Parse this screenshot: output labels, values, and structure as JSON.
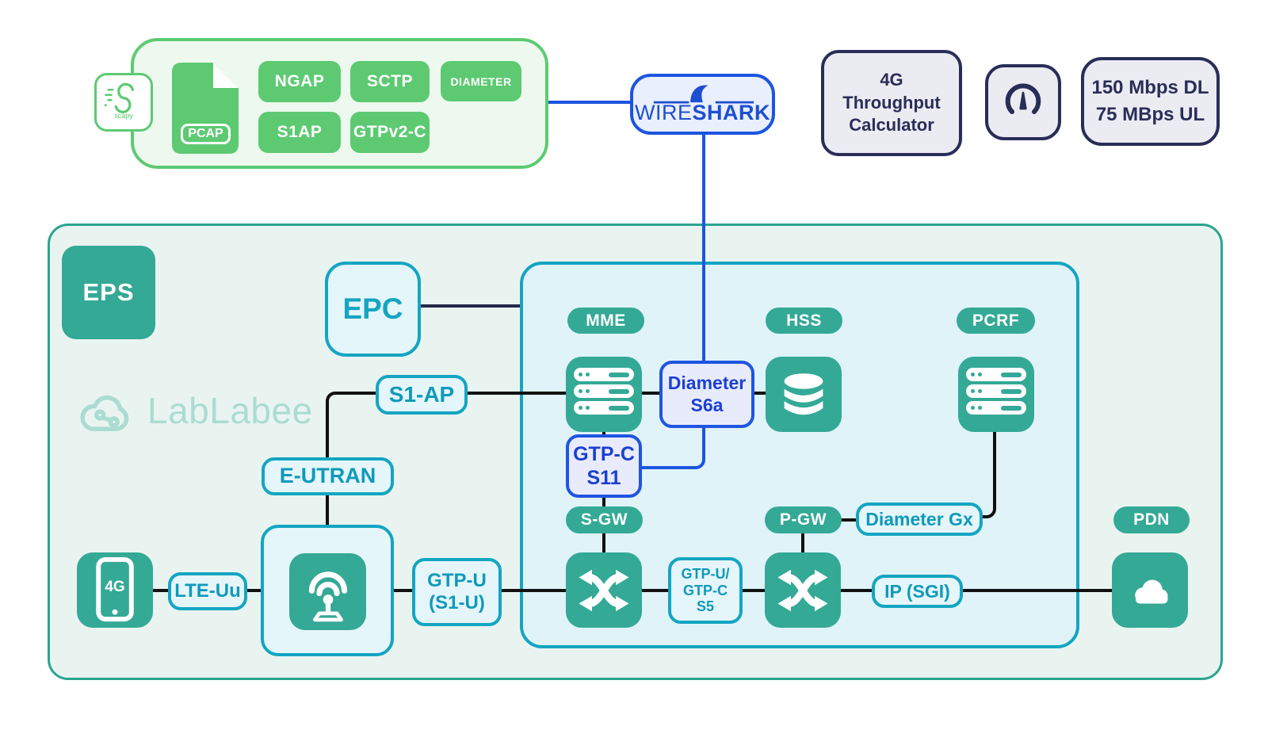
{
  "top_left": {
    "scapy_label": "scapy",
    "pcap_label": "PCAP",
    "protocols": [
      "NGAP",
      "SCTP",
      "DIAMETER",
      "S1AP",
      "GTPv2-C"
    ]
  },
  "wireshark": {
    "wire": "WIRE",
    "shark": "SHARK"
  },
  "tools": {
    "calculator_lines": [
      "4G",
      "Throughput",
      "Calculator"
    ],
    "throughput_lines": [
      "150 Mbps DL",
      "75 MBps UL"
    ]
  },
  "diagram": {
    "system_label": "EPS",
    "core_label": "EPC",
    "brand": "LabLabee",
    "nodes": {
      "ue": "4G",
      "mme": "MME",
      "hss": "HSS",
      "pcrf": "PCRF",
      "sgw": "S-GW",
      "pgw": "P-GW",
      "pdn": "PDN"
    },
    "interfaces": {
      "lte_uu": "LTE-Uu",
      "eutran": "E-UTRAN",
      "s1ap": "S1-AP",
      "gtpu_s1u": [
        "GTP-U",
        "(S1-U)"
      ],
      "diameter_s6a": [
        "Diameter",
        "S6a"
      ],
      "gtpc_s11": [
        "GTP-C",
        "S11"
      ],
      "s5": [
        "GTP-U/",
        "GTP-C",
        "S5"
      ],
      "diameter_gx": "Diameter Gx",
      "ip_sgi": "IP (SGI)"
    }
  },
  "colors": {
    "teal": "#34a996",
    "cyan_border": "#14a5c2",
    "cyan_text": "#1099bb",
    "blue_border": "#1f55e0",
    "blue_text": "#1c3fd2",
    "green": "#5dca72",
    "navy": "#2a2d57",
    "line_black": "#111111",
    "brand_teal": "#abdcd1"
  }
}
